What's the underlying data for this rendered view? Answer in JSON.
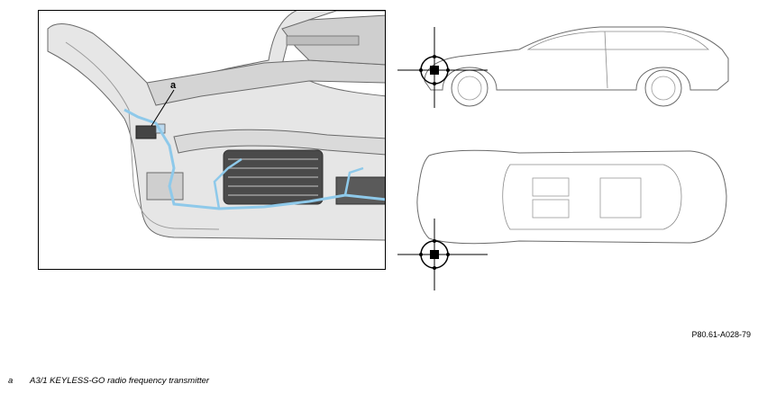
{
  "figure": {
    "callout_letter": "a",
    "figure_code": "P80.61-A028-79"
  },
  "legend": [
    {
      "key": "a",
      "text": "A3/1 KEYLESS-GO radio frequency transmitter"
    }
  ],
  "colors": {
    "cable": "#8ec9ea",
    "part_fill": "#dedede",
    "part_dark": "#555555",
    "line": "#6a6a6a"
  }
}
